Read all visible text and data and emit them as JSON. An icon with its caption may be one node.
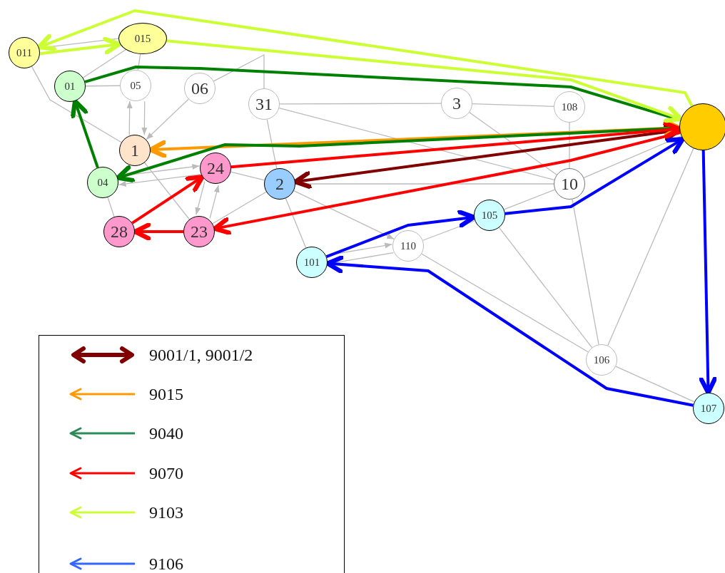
{
  "diagram": {
    "nodes": [
      {
        "text": [
          "011"
        ]
      },
      {
        "text": [
          "015"
        ]
      },
      {
        "text": [
          "01"
        ]
      },
      {
        "text": [
          "05"
        ]
      },
      {
        "text": [
          "06"
        ]
      },
      {
        "text": [
          "31"
        ]
      },
      {
        "text": [
          "3"
        ]
      },
      {
        "text": [
          "108"
        ]
      },
      {
        "text": [],
        "shape": "circle"
      },
      {
        "text": [
          "1"
        ]
      },
      {
        "text": [
          "24"
        ]
      },
      {
        "text": [
          "04"
        ]
      },
      {
        "text": [
          "2"
        ]
      },
      {
        "text": [
          "10"
        ]
      },
      {
        "text": [
          "105"
        ]
      },
      {
        "text": [
          "28"
        ]
      },
      {
        "text": [
          "23"
        ]
      },
      {
        "text": [
          "110"
        ]
      },
      {
        "text": [
          "101"
        ]
      },
      {
        "text": [
          "106"
        ]
      },
      {
        "text": [
          "107"
        ]
      }
    ],
    "edges": [
      {
        "from": 8,
        "to": 12,
        "arrow": "both",
        "style": "thick",
        "color": "#800000"
      },
      {
        "from": 8,
        "to": 9,
        "arrow": "both",
        "style": "thick",
        "color": "#ff9900"
      },
      {
        "from": 2,
        "to": 8,
        "arrow": "none",
        "style": "thick",
        "color": "#008000"
      },
      {
        "from": 8,
        "to": 11,
        "arrow": "to",
        "style": "thick",
        "color": "#008000"
      },
      {
        "from": 11,
        "to": 2,
        "arrow": "to",
        "style": "thick",
        "color": "#008000"
      },
      {
        "from": 10,
        "to": 8,
        "arrow": "to",
        "style": "thick",
        "color": "#ff0000"
      },
      {
        "from": 8,
        "to": 16,
        "arrow": "to",
        "style": "thick",
        "color": "#ff0000"
      },
      {
        "from": 16,
        "to": 15,
        "arrow": "to",
        "style": "thick",
        "color": "#ff0000"
      },
      {
        "from": 15,
        "to": 10,
        "arrow": "to",
        "style": "thick",
        "color": "#ff0000"
      },
      {
        "from": 8,
        "to": 0,
        "arrow": "to",
        "style": "thick",
        "color": "#ccff33"
      },
      {
        "from": 0,
        "to": 1,
        "arrow": "to",
        "style": "thick",
        "color": "#ccff33"
      },
      {
        "from": 1,
        "to": 8,
        "arrow": "to",
        "style": "thick",
        "color": "#ccff33"
      },
      {
        "from": 18,
        "to": 14,
        "arrow": "to",
        "style": "thick",
        "color": "#0000ff"
      },
      {
        "from": 14,
        "to": 8,
        "arrow": "to",
        "style": "thick",
        "color": "#0000ff"
      },
      {
        "from": 8,
        "to": 20,
        "arrow": "to",
        "style": "thick",
        "color": "#0000ff"
      },
      {
        "from": 20,
        "to": 18,
        "arrow": "to",
        "style": "thick",
        "color": "#0000ff"
      },
      {
        "from": 0,
        "to": 1,
        "arrow": "none"
      },
      {
        "from": 0,
        "to": 9,
        "arrow": "none"
      },
      {
        "from": 2,
        "to": 1,
        "arrow": "none"
      },
      {
        "from": 2,
        "to": 3,
        "arrow": "none"
      },
      {
        "from": 1,
        "to": 3,
        "arrow": "none"
      },
      {
        "from": 3,
        "to": 9,
        "arrow": "to"
      },
      {
        "from": 9,
        "to": 3,
        "arrow": "to"
      },
      {
        "from": 4,
        "to": 9,
        "arrow": "to"
      },
      {
        "from": 4,
        "to": 5,
        "arrow": "none"
      },
      {
        "from": 5,
        "to": 6,
        "arrow": "none"
      },
      {
        "from": 6,
        "to": 7,
        "arrow": "none"
      },
      {
        "from": 5,
        "to": 13,
        "arrow": "none"
      },
      {
        "from": 6,
        "to": 13,
        "arrow": "none"
      },
      {
        "from": 7,
        "to": 13,
        "arrow": "none"
      },
      {
        "from": 5,
        "to": 12,
        "arrow": "none"
      },
      {
        "from": 9,
        "to": 16,
        "arrow": "none"
      },
      {
        "from": 11,
        "to": 10,
        "arrow": "to"
      },
      {
        "from": 10,
        "to": 11,
        "arrow": "to"
      },
      {
        "from": 11,
        "to": 15,
        "arrow": "none"
      },
      {
        "from": 10,
        "to": 16,
        "arrow": "to"
      },
      {
        "from": 16,
        "to": 10,
        "arrow": "to"
      },
      {
        "from": 10,
        "to": 12,
        "arrow": "none"
      },
      {
        "from": 12,
        "to": 13,
        "arrow": "none"
      },
      {
        "from": 12,
        "to": 16,
        "arrow": "none"
      },
      {
        "from": 12,
        "to": 18,
        "arrow": "none"
      },
      {
        "from": 12,
        "to": 17,
        "arrow": "to"
      },
      {
        "from": 18,
        "to": 17,
        "arrow": "to"
      },
      {
        "from": 17,
        "to": 14,
        "arrow": "none"
      },
      {
        "from": 17,
        "to": 19,
        "arrow": "none"
      },
      {
        "from": 14,
        "to": 19,
        "arrow": "none"
      },
      {
        "from": 13,
        "to": 19,
        "arrow": "none"
      },
      {
        "from": 13,
        "to": 14,
        "arrow": "none"
      },
      {
        "from": 13,
        "to": 8,
        "arrow": "none"
      },
      {
        "from": 19,
        "to": 8,
        "arrow": "none"
      },
      {
        "from": 19,
        "to": 20,
        "arrow": "none"
      },
      {
        "from": 17,
        "to": 18,
        "arrow": "to"
      }
    ],
    "legend": [
      {
        "text": "9001/1, 9001/2"
      },
      {
        "text": "9015"
      },
      {
        "text": "9040"
      },
      {
        "text": "9070"
      },
      {
        "text": "9103"
      },
      {
        "text": "9106"
      }
    ]
  }
}
